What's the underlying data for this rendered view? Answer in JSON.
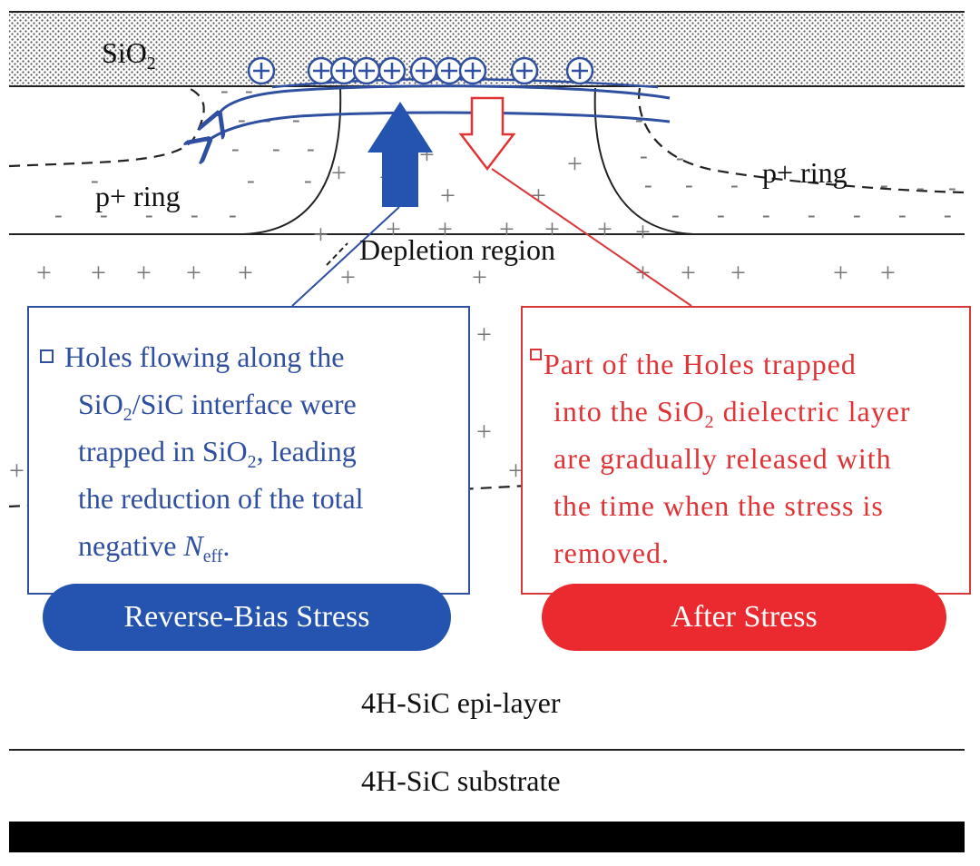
{
  "layers": {
    "oxide_label": "SiO",
    "oxide_label_sub": "2",
    "p_ring_left": "p+ ring",
    "p_ring_right": "p+ ring",
    "depletion_label": "Depletion region",
    "epi_label": "4H-SiC epi-layer",
    "substrate_label": "4H-SiC substrate"
  },
  "charges": {
    "positive_symbol": "+",
    "negative_symbol": "-"
  },
  "blue_box": {
    "line1": "Holes flowing along the",
    "line2_a": "SiO",
    "line2_sub": "2",
    "line2_b": "/SiC interface were",
    "line3_a": "trapped in SiO",
    "line3_sub": "2",
    "line3_b": ", leading",
    "line4": "the reduction of the total",
    "line5_a": "negative ",
    "line5_n": "N",
    "line5_sub": "eff",
    "line5_b": "."
  },
  "red_box": {
    "line1": "Part of the Holes trapped",
    "line2_a": "into the SiO",
    "line2_sub": "2",
    "line2_b": " dielectric layer",
    "line3": "are  gradually released with",
    "line4": "the time when the stress is",
    "line5": "removed."
  },
  "pills": {
    "left": "Reverse-Bias Stress",
    "right": "After Stress"
  },
  "colors": {
    "blue": "#2454b0",
    "red": "#ea2a2e",
    "box_blue_text": "#2f4fa0",
    "box_red_text": "#e13236"
  }
}
